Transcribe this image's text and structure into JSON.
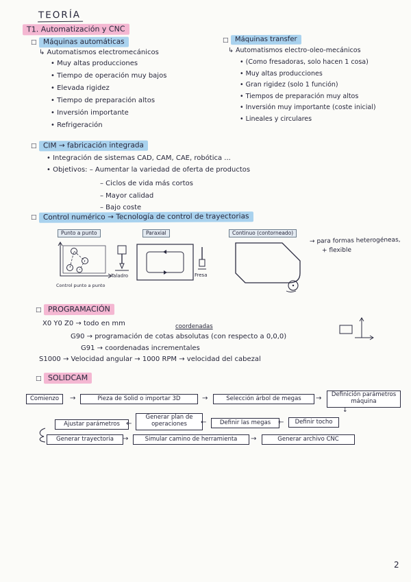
{
  "page": {
    "title": "TEORÍA",
    "subtitle": "T1. Automatización y CNC",
    "number": "2"
  },
  "markers": {
    "square": "□",
    "right_arrow": "→",
    "left_arrow": "←",
    "down_arrow": "↓"
  },
  "maquinas_automaticas": {
    "title": "Máquinas automáticas",
    "intro": "↳ Automatismos electromecánicos",
    "items": [
      "• Muy altas producciones",
      "• Tiempo de operación muy bajos",
      "• Elevada rigidez",
      "• Tiempo de preparación altos",
      "• Inversión importante",
      "• Refrigeración"
    ]
  },
  "maquinas_transfer": {
    "title": "Máquinas transfer",
    "intro": "↳ Automatismos electro-oleo-mecánicos",
    "items": [
      "• (Como fresadoras, solo hacen 1 cosa)",
      "• Muy altas producciones",
      "• Gran rigidez (solo 1 función)",
      "• Tiempos de preparación muy altos",
      "• Inversión muy importante (coste inicial)",
      "• Lineales y circulares"
    ]
  },
  "cim": {
    "title": "CIM → fabricación integrada",
    "line1": "• Integración de sistemas CAD, CAM, CAE, robótica ...",
    "line2": "• Objetivos: – Aumentar la variedad de oferta de productos",
    "subs": [
      "– Ciclos de vida más cortos",
      "– Mayor calidad",
      "– Bajo coste"
    ]
  },
  "control_numerico": {
    "title": "Control numérico → Tecnología de control de trayectorias",
    "diagrams": {
      "d1_label": "Punto a punto",
      "d1_caption": "Control punto a punto",
      "d1_tool": "Taladro",
      "d2_label": "Paraxial",
      "d2_tool": "Fresa",
      "d3_label": "Continuo (contorneado)"
    },
    "note_line1": "→ para formas heterogéneas,",
    "note_line2": "+ flexible"
  },
  "programacion": {
    "title": "PROGRAMACIÓN",
    "line1": "X0 Y0 Z0 → todo en mm",
    "annotation": "coordenadas",
    "line2": "G90 → programación de cotas absolutas (con respecto a 0,0,0)",
    "line3": "G91 → coordenadas incrementales",
    "line4": "S1000 → Velocidad angular → 1000 RPM → velocidad del cabezal"
  },
  "solidcam": {
    "title": "SOLIDCAM",
    "row1": [
      "Comienzo",
      "Pieza de Solid o importar 3D",
      "Selección árbol de megas",
      "Definición parámetros máquina"
    ],
    "row2": [
      "Ajustar parámetros",
      "Generar plan de operaciones",
      "Definir las megas",
      "Definir tocho"
    ],
    "row3": [
      "Generar trayectoria",
      "Simular camino de herramienta",
      "Generar archivo CNC"
    ]
  }
}
